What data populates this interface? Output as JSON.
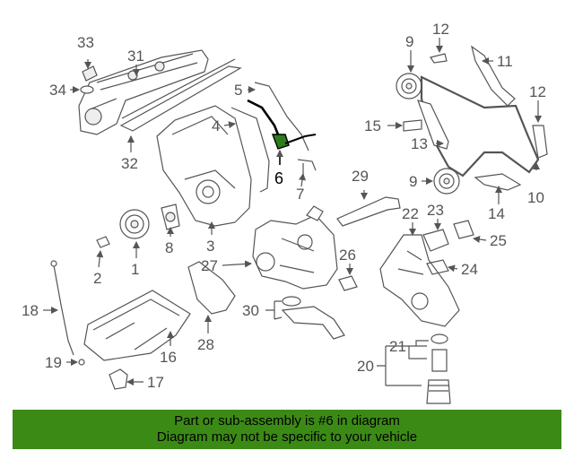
{
  "callouts": {
    "c1": "1",
    "c2": "2",
    "c3": "3",
    "c4": "4",
    "c5": "5",
    "c6": "6",
    "c7": "7",
    "c8": "8",
    "c9a": "9",
    "c9b": "9",
    "c10": "10",
    "c11": "11",
    "c12a": "12",
    "c12b": "12",
    "c13": "13",
    "c14": "14",
    "c15": "15",
    "c16": "16",
    "c17": "17",
    "c18": "18",
    "c19": "19",
    "c20": "20",
    "c21": "21",
    "c22": "22",
    "c23": "23",
    "c24": "24",
    "c25": "25",
    "c26": "26",
    "c27": "27",
    "c28": "28",
    "c29": "29",
    "c30": "30",
    "c31": "31",
    "c32": "32",
    "c33": "33",
    "c34": "34"
  },
  "highlighted_part": "6",
  "colors": {
    "banner": "#3c8a16",
    "highlight": "#000000",
    "linework": "#555555"
  },
  "banner": {
    "line1": "Part or sub-assembly is #6 in diagram",
    "line2": "Diagram may not be specific to your vehicle"
  }
}
